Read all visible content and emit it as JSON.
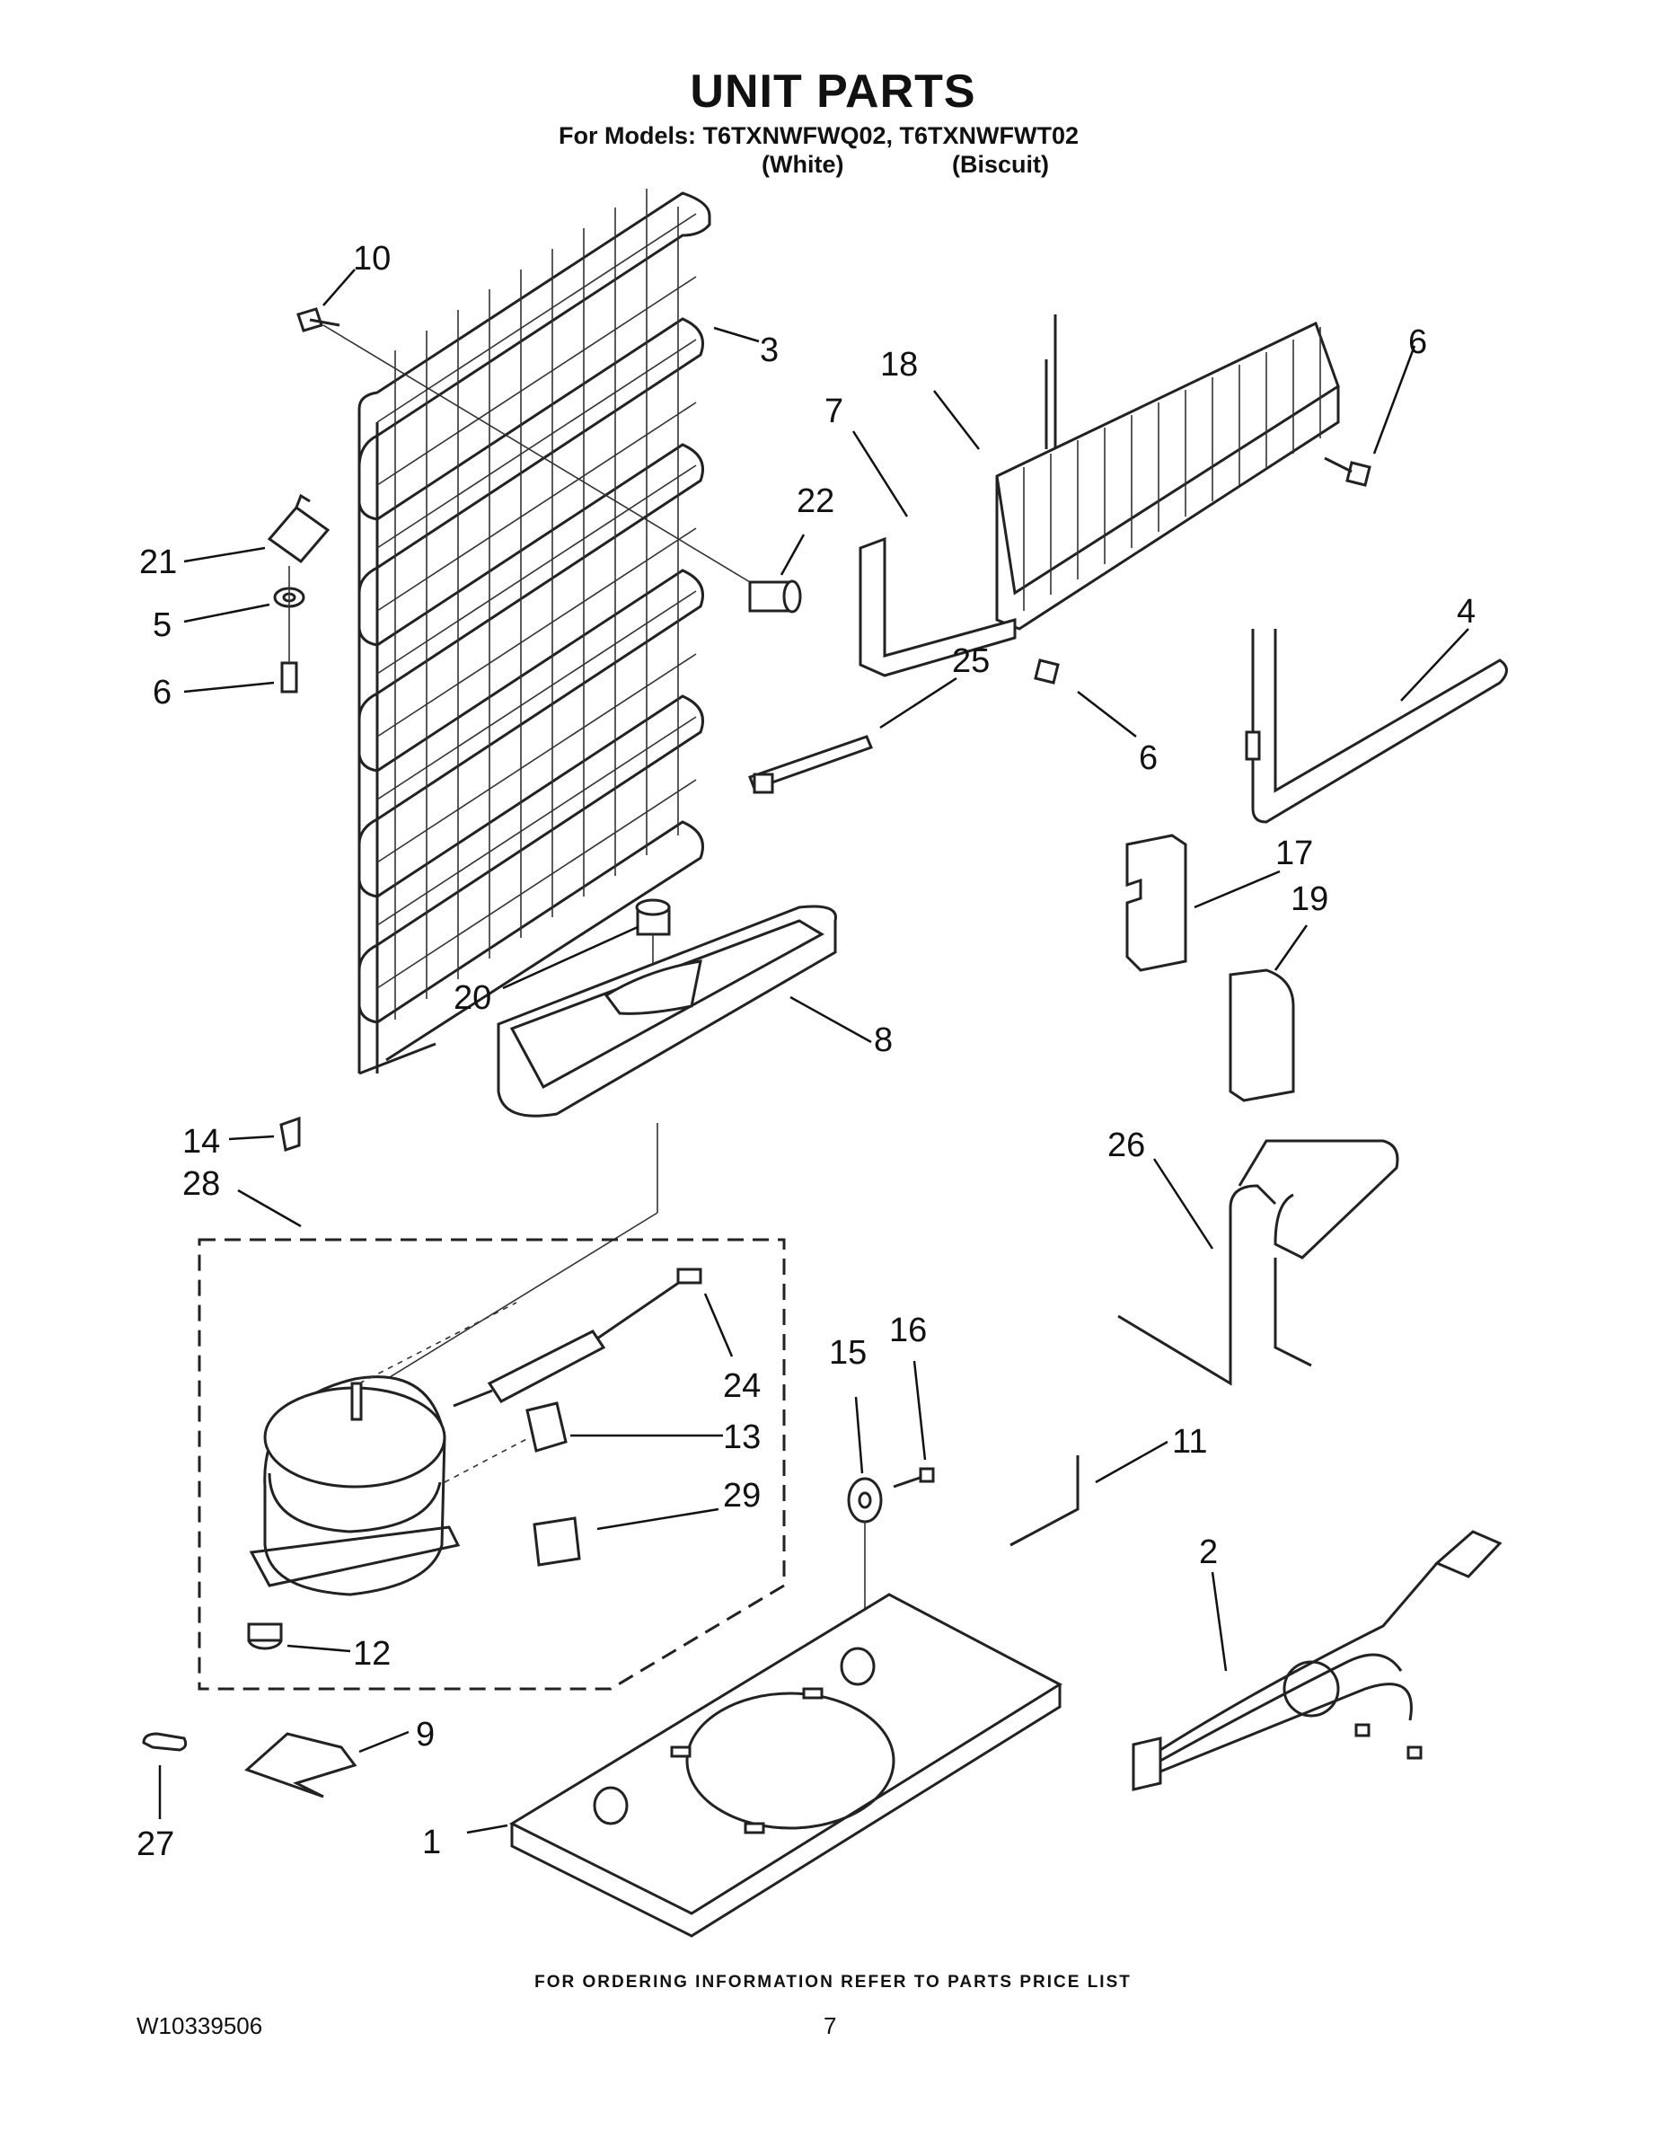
{
  "header": {
    "title": "UNIT PARTS",
    "models_line": "For Models: T6TXNWFWQ02, T6TXNWFWT02",
    "variant_1": "(White)",
    "variant_2": "(Biscuit)"
  },
  "callouts": [
    "10",
    "3",
    "6",
    "18",
    "7",
    "22",
    "21",
    "5",
    "6",
    "25",
    "4",
    "6",
    "17",
    "19",
    "20",
    "8",
    "14",
    "28",
    "26",
    "24",
    "13",
    "15",
    "16",
    "11",
    "29",
    "2",
    "12",
    "9",
    "27",
    "1"
  ],
  "footer": {
    "ordering_note": "FOR ORDERING INFORMATION REFER TO PARTS PRICE LIST",
    "document_number": "W10339506",
    "page_number": "7"
  }
}
